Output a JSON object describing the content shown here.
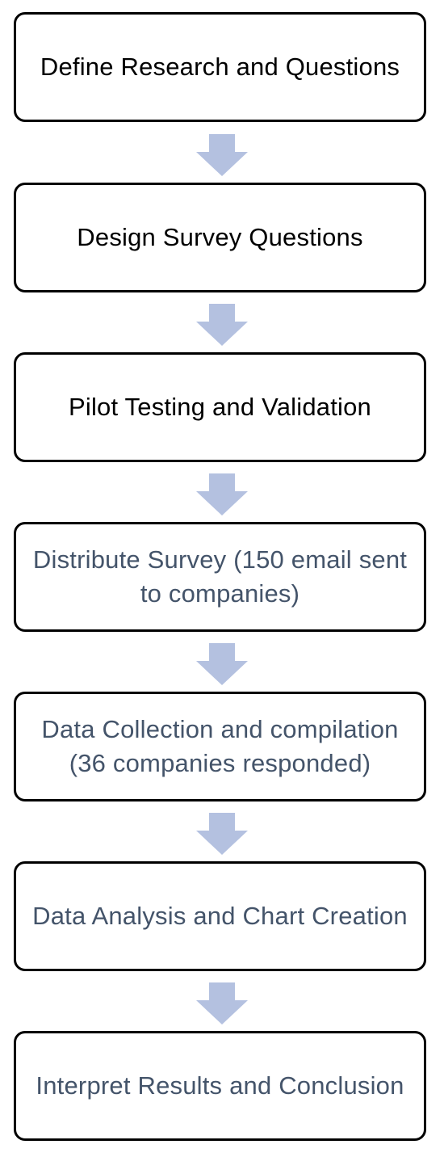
{
  "colors": {
    "box_border": "#000000",
    "text_dark": "#000000",
    "text_blue": "#44546a",
    "arrow_fill": "#b4c1e0"
  },
  "steps": [
    {
      "label": "Define Research and Questions",
      "text_color": "#000000"
    },
    {
      "label": "Design Survey Questions",
      "text_color": "#000000"
    },
    {
      "label": "Pilot Testing and Validation",
      "text_color": "#000000"
    },
    {
      "label": "Distribute Survey (150 email sent to companies)",
      "text_color": "#44546a"
    },
    {
      "label": "Data Collection and compilation (36 companies responded)",
      "text_color": "#44546a"
    },
    {
      "label": "Data Analysis and Chart Creation",
      "text_color": "#44546a"
    },
    {
      "label": "Interpret Results and Conclusion",
      "text_color": "#44546a"
    }
  ],
  "arrows": [
    "down-arrow-icon",
    "down-arrow-icon",
    "down-arrow-icon",
    "down-arrow-icon",
    "down-arrow-icon",
    "down-arrow-icon"
  ]
}
